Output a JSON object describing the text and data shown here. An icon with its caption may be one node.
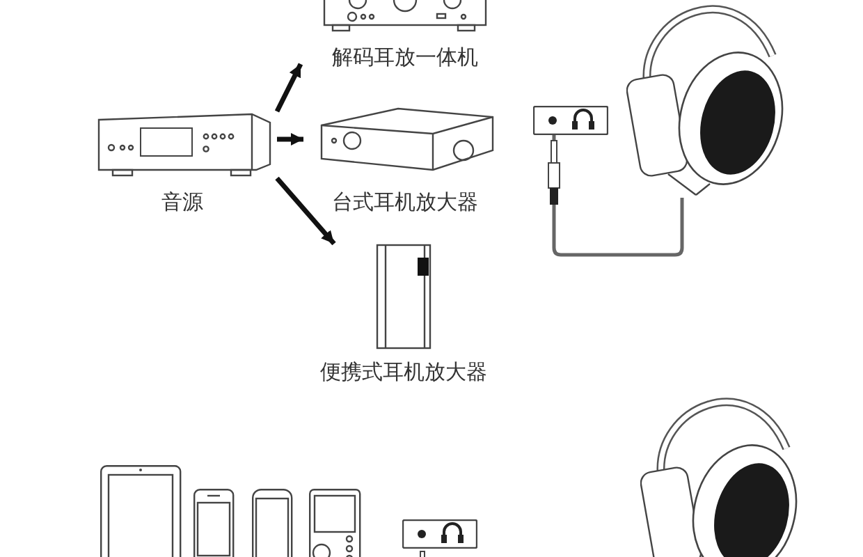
{
  "diagram": {
    "nodes": [
      {
        "text": [
          "音源"
        ]
      },
      {
        "text": [
          "解码耳放一体机"
        ]
      },
      {
        "text": [
          "台式耳机放大器"
        ]
      },
      {
        "text": [
          "便携式耳机放大器"
        ]
      },
      {
        "text": [],
        "shape": "box"
      },
      {
        "text": [],
        "shape": "picture"
      },
      {
        "text": [],
        "shape": "picture"
      },
      {
        "text": [],
        "shape": "picture"
      },
      {
        "text": [],
        "shape": "picture"
      },
      {
        "text": [],
        "shape": "picture"
      },
      {
        "text": [],
        "shape": "box"
      },
      {
        "text": [],
        "shape": "picture"
      }
    ],
    "edges": [
      {
        "from": 0,
        "to": 1,
        "arrow": "to"
      },
      {
        "from": 0,
        "to": 2,
        "arrow": "to"
      },
      {
        "from": 0,
        "to": 3,
        "arrow": "to"
      },
      {
        "from": 4,
        "to": 5,
        "arrow": "none"
      }
    ]
  }
}
